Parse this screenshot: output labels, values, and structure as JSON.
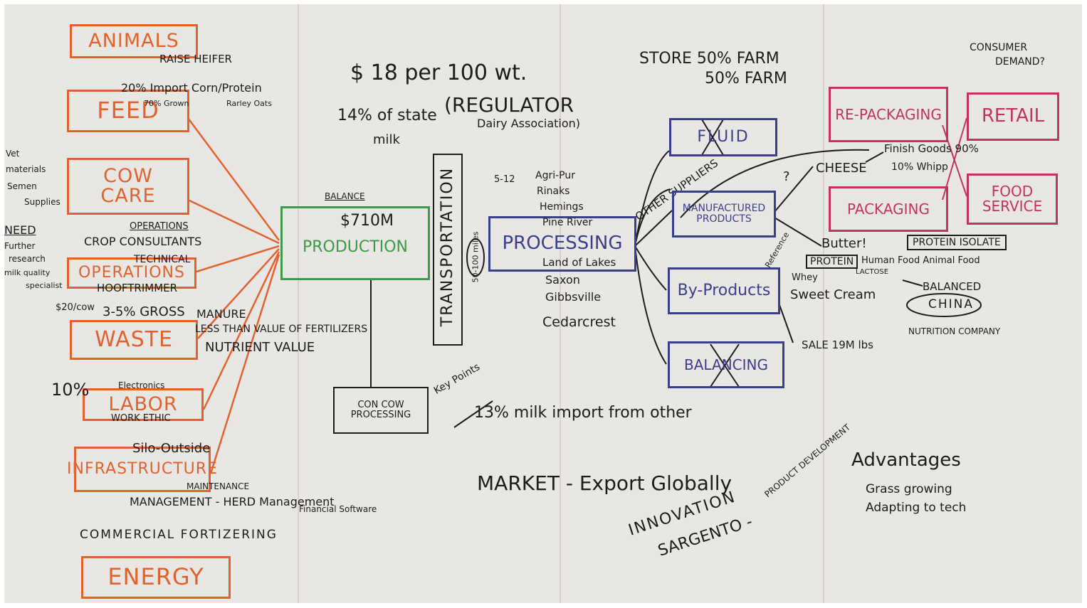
{
  "colors": {
    "orange": "#e0622f",
    "green": "#3c9a48",
    "blue": "#3a3f8c",
    "magenta": "#c2345e",
    "ink": "#1c1c1c",
    "paper": "#e9e7e3"
  },
  "inputs": {
    "animals": "ANIMALS",
    "feed": "FEED",
    "cow_care": "COW CARE",
    "operations": "OPERATIONS",
    "waste": "WASTE",
    "labor": "LABOR",
    "infrastructure": "INFRASTRUCTURE",
    "energy": "ENERGY",
    "raise_heifer": "RAISE HEIFER",
    "import_corn": "20% Import Corn/Protein",
    "grown": "70% Grown",
    "rarley": "Rarley Oats",
    "vet": "Vet",
    "materials": "materials",
    "semen": "Semen",
    "supplies": "Supplies",
    "need": "NEED",
    "further": "Further",
    "research": "research",
    "milk_quality": "milk quality",
    "specialist": "specialist",
    "operations_note": "OPERATIONS",
    "crop_consultants": "CROP CONSULTANTS",
    "technical": "TECHNICAL",
    "hooftrimmer": "HOOFTRIMMER",
    "waste_cost": "$20/cow",
    "gross": "3-5% GROSS",
    "manure": "MANURE",
    "fertilizers": "LESS THAN VALUE OF FERTILIZERS",
    "nutrient": "NUTRIENT VALUE",
    "labor_pct": "10%",
    "electronics": "Electronics",
    "work_ethic": "WORK ETHIC",
    "silo": "Silo-Outside",
    "maintenance": "MAINTENANCE",
    "management": "MANAGEMENT - HERD Management",
    "financial": "Financial Software",
    "commercial": "COMMERCIAL FORTIZERING"
  },
  "production": {
    "label": "PRODUCTION",
    "balance": "BALANCE",
    "value": "$710M"
  },
  "header_notes": {
    "per_cwt": "$ 18 per 100 wt.",
    "state_milk": "14% of state",
    "milk": "milk",
    "regulator": "(REGULATOR",
    "dairy": "Dairy Association)"
  },
  "transportation": {
    "label": "TRANSPORTATION",
    "distance": "50-100 miles"
  },
  "processing": {
    "label": "PROCESSING",
    "range": "5-12",
    "companies": [
      "Agri-Pur",
      "Rinaks",
      "Hemings",
      "Pine River",
      "Land of Lakes",
      "Saxon",
      "Gibbsville",
      "Cedarcrest"
    ]
  },
  "con_cow": {
    "label": "CON COW PROCESSING",
    "key_points": "Key Points",
    "import_pct": "13% milk import from other"
  },
  "outputs": {
    "store": "STORE 50% FARM",
    "farm": "50% FARM",
    "fluid": "FLUID",
    "manufactured": "MANUFACTURED PRODUCTS",
    "by_products": "By-Products",
    "balancing": "BALANCING",
    "other_suppliers": "OTHER SUPPLIERS",
    "question": "?"
  },
  "products": {
    "cheese": "CHEESE",
    "butter": "Butter!",
    "protein": "PROTEIN",
    "whey": "Whey",
    "sweet_cream": "Sweet Cream",
    "reference": "Reference",
    "human_food": "Human Food Animal Food",
    "lactose": "LACTOSE",
    "balanced": "BALANCED",
    "china": "CHINA",
    "protein_isolate": "PROTEIN ISOLATE",
    "nutrition": "NUTRITION COMPANY",
    "sale": "SALE 19M lbs"
  },
  "retail_side": {
    "consumer": "CONSUMER",
    "demand": "DEMAND?",
    "repackaging": "RE-PACKAGING",
    "retail": "RETAIL",
    "packaging": "PACKAGING",
    "food_service": "FOOD SERVICE",
    "finish_goods": "Finish Goods 90%",
    "whip": "10% Whipp"
  },
  "bottom": {
    "market": "MARKET - Export Globally",
    "innovation": "INNOVATION",
    "sargento": "SARGENTO -",
    "product_dev": "PRODUCT DEVELOPMENT",
    "advantages": "Advantages",
    "grass": "Grass growing",
    "adapting": "Adapting to tech"
  }
}
